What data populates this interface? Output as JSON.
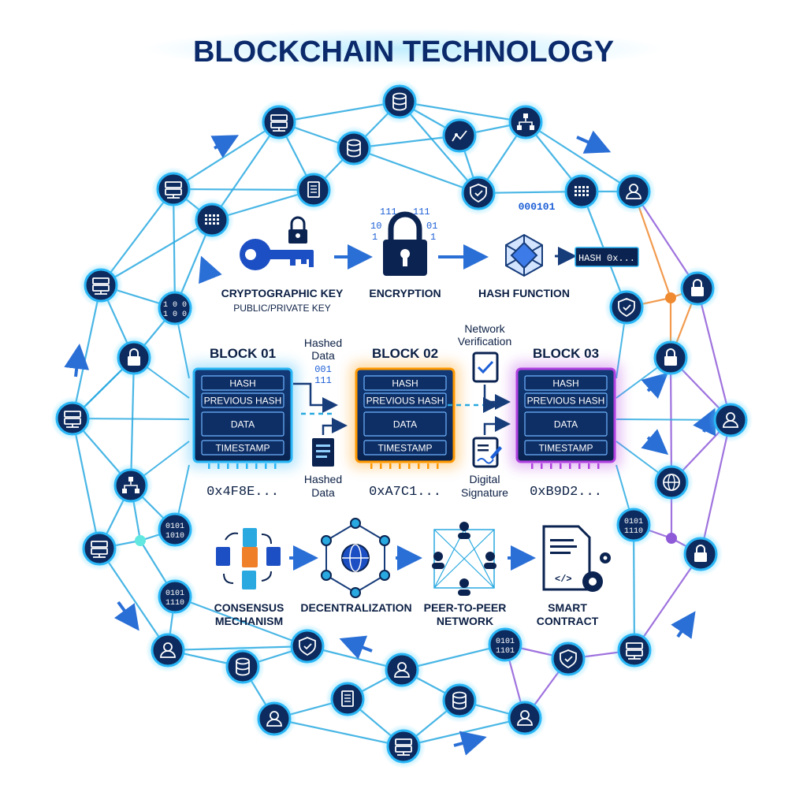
{
  "title": "BLOCKCHAIN TECHNOLOGY",
  "concepts": {
    "key": {
      "label": "CRYPTOGRAPHIC KEY",
      "sublabel": "PUBLIC/PRIVATE KEY"
    },
    "encryption": {
      "label": "ENCRYPTION",
      "bits_top_left": "111",
      "bits_top_right": "111",
      "bits_left_a": "10",
      "bits_left_b": "1",
      "bits_right_a": "01",
      "bits_right_b": "1"
    },
    "hash_function": {
      "label": "HASH FUNCTION",
      "output": "HASH 0x..."
    },
    "binary_top": "000101"
  },
  "blocks": [
    {
      "title": "BLOCK 01",
      "fields": [
        "HASH",
        "PREVIOUS HASH",
        "DATA",
        "TIMESTAMP"
      ],
      "id": "0x4F8E...",
      "color": "#29b6f6"
    },
    {
      "title": "BLOCK 02",
      "fields": [
        "HASH",
        "PREVIOUS HASH",
        "DATA",
        "TIMESTAMP"
      ],
      "id": "0xA7C1...",
      "color": "#ff9800"
    },
    {
      "title": "BLOCK 03",
      "fields": [
        "HASH",
        "PREVIOUS HASH",
        "DATA",
        "TIMESTAMP"
      ],
      "id": "0xB9D2...",
      "color": "#b040e0"
    }
  ],
  "annotations": {
    "hashed_data_top": {
      "line1": "Hashed",
      "line2": "Data",
      "bits1": "001",
      "bits2": "111"
    },
    "hashed_data_bottom": {
      "line1": "Hashed",
      "line2": "Data"
    },
    "network_verification": {
      "line1": "Network",
      "line2": "Verification"
    },
    "digital_signature": {
      "line1": "Digital",
      "line2": "Signature"
    }
  },
  "bottom_concepts": [
    {
      "line1": "CONSENSUS",
      "line2": "MECHANISM"
    },
    {
      "line1": "DECENTRALIZATION",
      "line2": ""
    },
    {
      "line1": "PEER-TO-PEER",
      "line2": "NETWORK"
    },
    {
      "line1": "SMART",
      "line2": "CONTRACT"
    }
  ],
  "node_bits": {
    "left_a": [
      "1 0 0",
      "1 0 0"
    ],
    "left_b": [
      "0101",
      "1010"
    ],
    "left_c": [
      "0101",
      "1110"
    ],
    "right_a": [
      "0101",
      "1110"
    ],
    "bottom": [
      "0101",
      "1101"
    ]
  },
  "colors": {
    "title": "#0b2a6b",
    "node_fill": "#0d2b5e",
    "node_ring": "#29b6f6",
    "line_cyan": "#29a9e0",
    "line_purple": "#8e5ad8",
    "line_orange": "#f08a30",
    "dark_text": "#0b1f44"
  }
}
